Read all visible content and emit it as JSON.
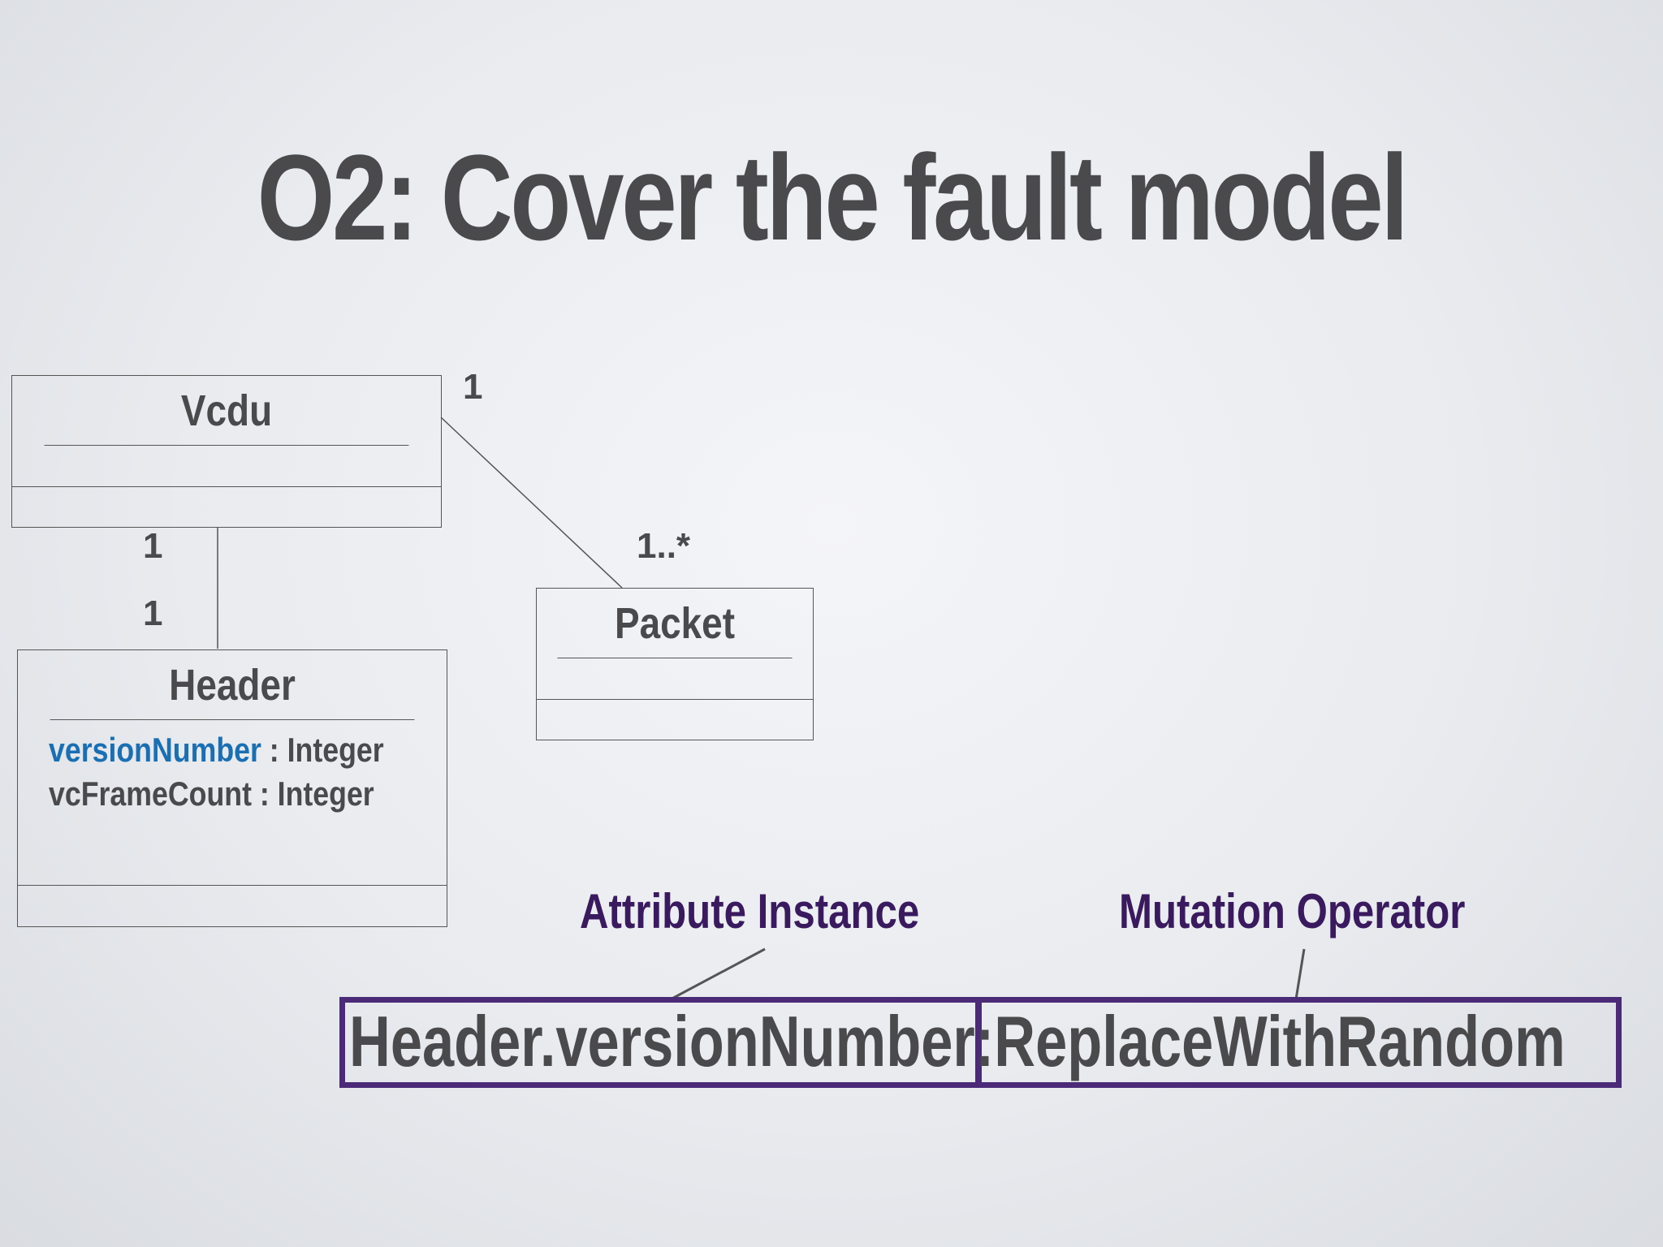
{
  "title": "O2: Cover the fault model",
  "diagram": {
    "classes": {
      "vcdu": {
        "name": "Vcdu"
      },
      "packet": {
        "name": "Packet"
      },
      "header": {
        "name": "Header",
        "attributes": [
          {
            "name": "versionNumber",
            "type": " : Integer"
          },
          {
            "name": "vcFrameCount",
            "type": " : Integer"
          }
        ]
      }
    },
    "multiplicities": {
      "vcdu_to_packet_vcdu_end": "1",
      "vcdu_to_packet_packet_end": "1..*",
      "vcdu_to_header_vcdu_end": "1",
      "vcdu_to_header_header_end": "1"
    }
  },
  "callouts": {
    "attribute_instance": "Attribute Instance",
    "mutation_operator": "Mutation Operator"
  },
  "expression": {
    "attribute": "Header.versionNumber",
    "separator": ":",
    "operator": "ReplaceWithRandom"
  },
  "colors": {
    "text": "#4a4a4c",
    "highlight_attribute": "#1a6fb3",
    "callout": "#3a1a5e",
    "box_border": "#4b2a78"
  }
}
